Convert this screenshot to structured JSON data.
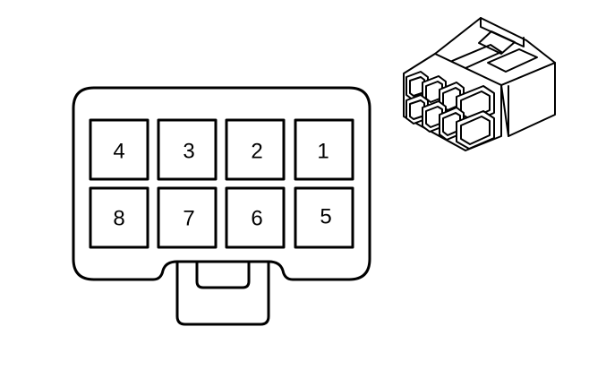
{
  "connector_face": {
    "top_row": [
      "4",
      "3",
      "2",
      "1"
    ],
    "bottom_row": [
      "8",
      "7",
      "6",
      "5"
    ]
  },
  "connector_3d": {
    "cavities": 8
  }
}
